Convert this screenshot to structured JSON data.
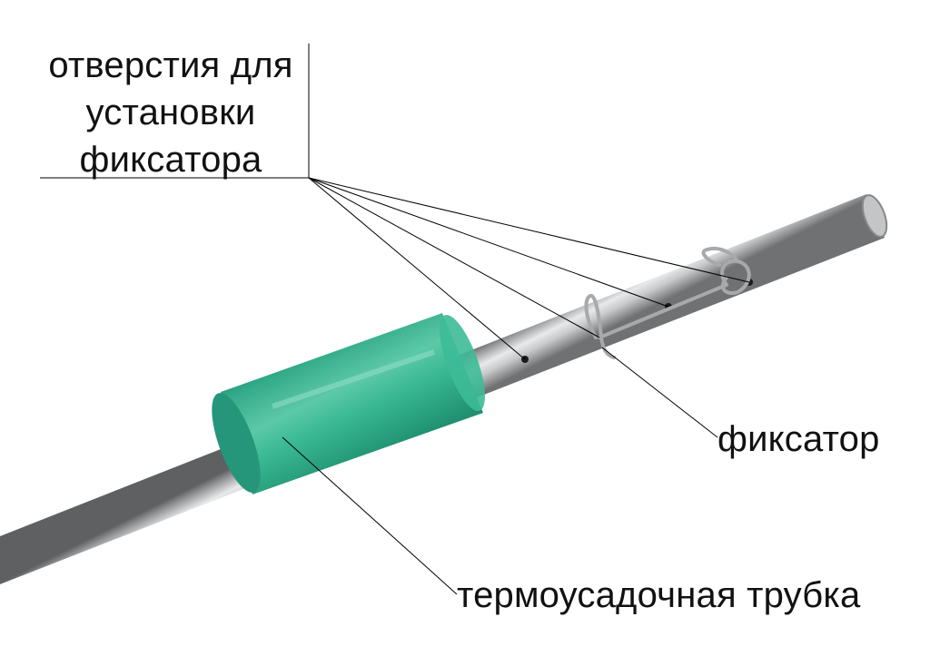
{
  "annotations": {
    "holes_label": [
      "отверстия для",
      "установки",
      "фиксатора"
    ],
    "clip_label": "фиксатор",
    "sleeve_label": "термоусадочная трубка"
  },
  "colors": {
    "background": "#ffffff",
    "text": "#111111",
    "leader_lines": "#000000",
    "rod_metal": "#9a9c9e",
    "sleeve_green": "#2fae8c",
    "clip_wire": "#b5b7b8"
  },
  "icons": [
    "metal-rod",
    "heat-shrink-sleeve",
    "wire-clip",
    "drilled-hole"
  ]
}
